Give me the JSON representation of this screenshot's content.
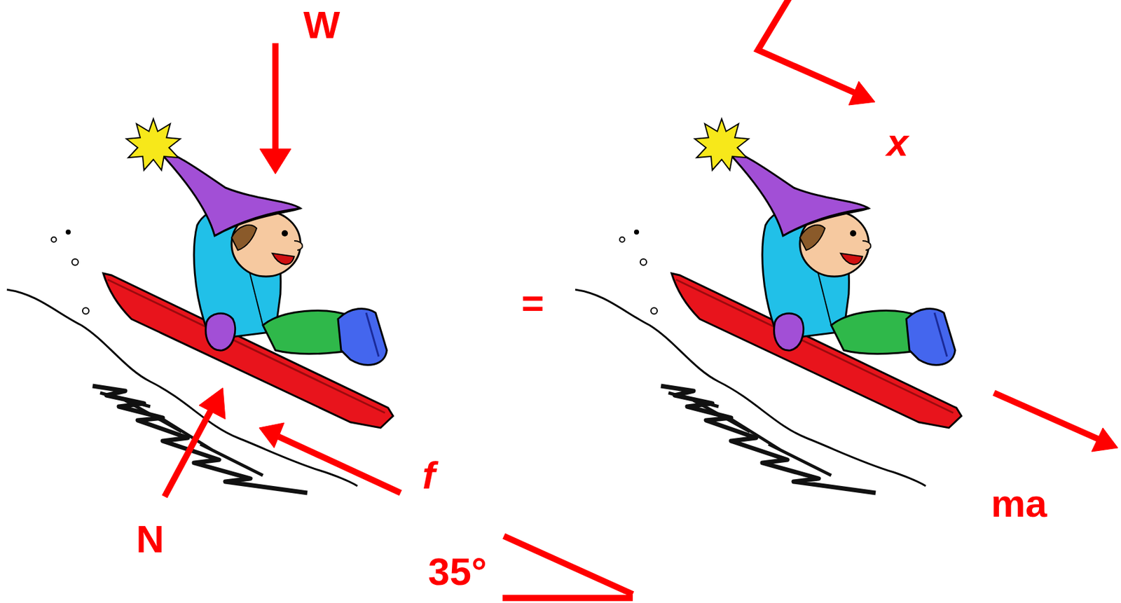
{
  "diagram": {
    "labels": [
      "W",
      "x",
      "=",
      "N",
      "f",
      "35°",
      "ma"
    ]
  }
}
